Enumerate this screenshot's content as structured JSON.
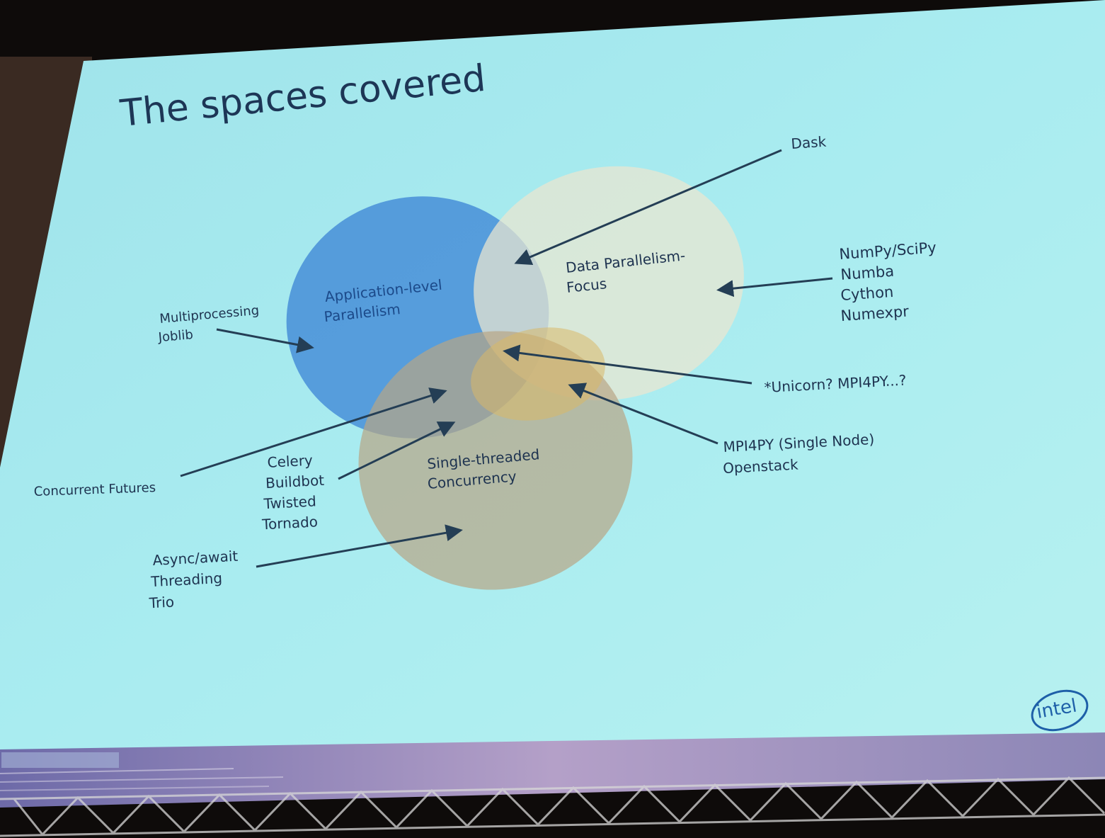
{
  "slide": {
    "title": "The spaces covered",
    "circles": {
      "application": [
        "Application-level",
        "Parallelism"
      ],
      "data": [
        "Data Parallelism-",
        "Focus"
      ],
      "single": [
        "Single-threaded",
        "Concurrency"
      ]
    },
    "labels": {
      "dask": "Dask",
      "numpy_group": [
        "NumPy/SciPy",
        "Numba",
        "Cython",
        "Numexpr"
      ],
      "multiprocessing_group": [
        "Multiprocessing",
        "Joblib"
      ],
      "unicorn": "*Unicorn? MPI4PY...?",
      "mpi_group": [
        "MPI4PY (Single Node)",
        "Openstack"
      ],
      "concurrent": "Concurrent Futures",
      "celery_group": [
        "Celery",
        "Buildbot",
        "Twisted",
        "Tornado"
      ],
      "async_group": [
        "Async/await",
        "Threading",
        "Trio"
      ]
    },
    "logo": "intel",
    "colors": {
      "screen": "#a9ecf0",
      "application_circle": "#3f86d6",
      "data_circle": "#ece6d0",
      "single_circle": "#b8a585",
      "overlap": "#d9b868",
      "arrow": "#243e55"
    }
  }
}
